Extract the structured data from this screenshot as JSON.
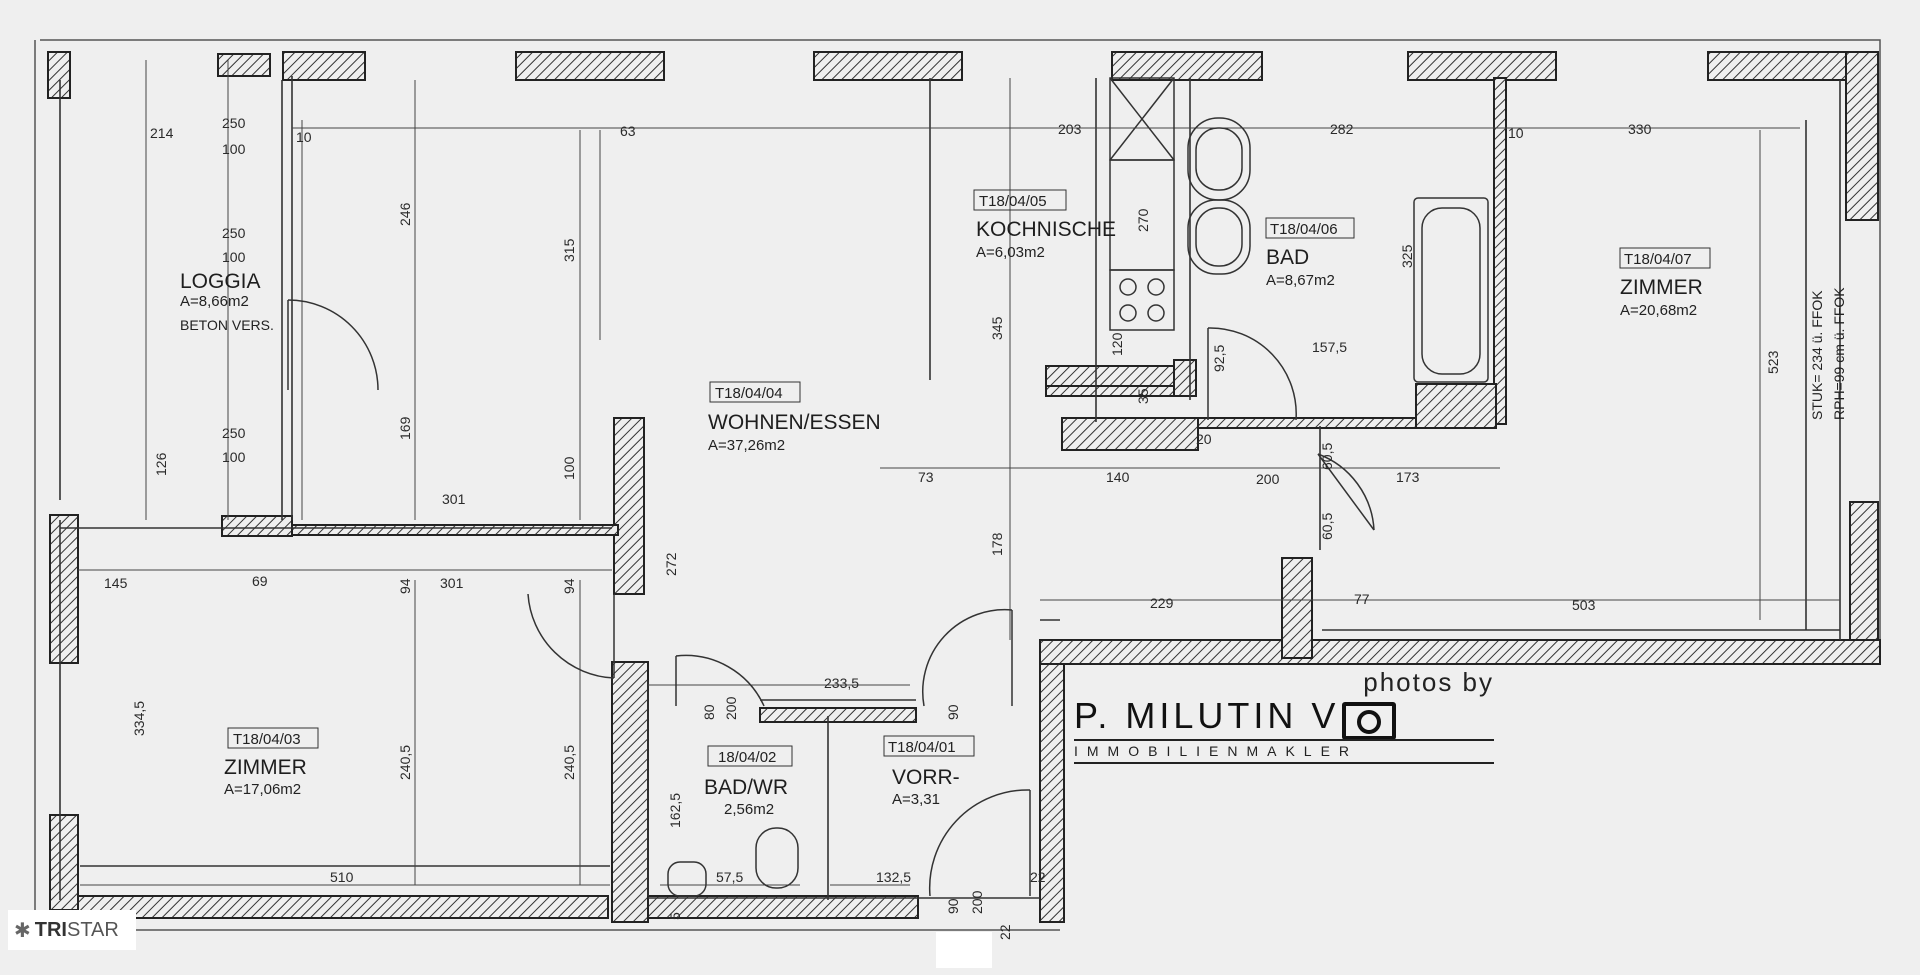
{
  "rooms": [
    {
      "id": "T18/04/03",
      "name": "ZIMMER",
      "area": "A=17,06m2"
    },
    {
      "id": "T18/04/04",
      "name": "WOHNEN/ESSEN",
      "area": "A=37,26m2"
    },
    {
      "id": "T18/04/05",
      "name": "KOCHNISCHE",
      "area": "A=6,03m2"
    },
    {
      "id": "T18/04/06",
      "name": "BAD",
      "area": "A=8,67m2"
    },
    {
      "id": "T18/04/07",
      "name": "ZIMMER",
      "area": "A=20,68m2"
    },
    {
      "id": "18/04/02",
      "name": "BAD/WR",
      "area": "2,56m2"
    },
    {
      "id": "T18/04/01",
      "name": "VORR-",
      "area": "A=3,31"
    }
  ],
  "loggia": {
    "name": "LOGGIA",
    "area": "A=8,66m2",
    "note": "BETON VERS."
  },
  "notes": {
    "stuk": "STUK= 234 ü. FFOK",
    "rph": "RPH=99 cm ü. FFOK"
  },
  "dimensions": {
    "d214": "214",
    "d250": "250",
    "d100": "100",
    "d10": "10",
    "d246": "246",
    "d315": "315",
    "d63": "63",
    "d203": "203",
    "d282": "282",
    "d330": "330",
    "d345": "345",
    "d169": "169",
    "d126": "126",
    "d301": "301",
    "d272": "272",
    "d178": "178",
    "d73": "73",
    "d140": "140",
    "d173": "173",
    "d1575": "157,5",
    "d325": "325",
    "d523": "523",
    "d925": "92,5",
    "d229": "229",
    "d503": "503",
    "d77": "77",
    "d69": "69",
    "d145": "145",
    "d94": "94",
    "d3345": "334,5",
    "d2405": "240,5",
    "d510": "510",
    "d2335": "233,5",
    "d1625": "162,5",
    "d575": "57,5",
    "d1325": "132,5",
    "d200": "200",
    "d80": "80",
    "d90": "90",
    "d605": "60,5",
    "d20": "20",
    "d22": "22",
    "d35": "35",
    "d270": "270",
    "d120": "120",
    "d5": "5"
  },
  "watermark": {
    "photos_by": "photos by",
    "name": "P. MILUTIN   VIC",
    "subtitle": "IMMOBILIENMAKLER"
  },
  "logo": {
    "brand_bold": "TRI",
    "brand_light": "STAR"
  }
}
